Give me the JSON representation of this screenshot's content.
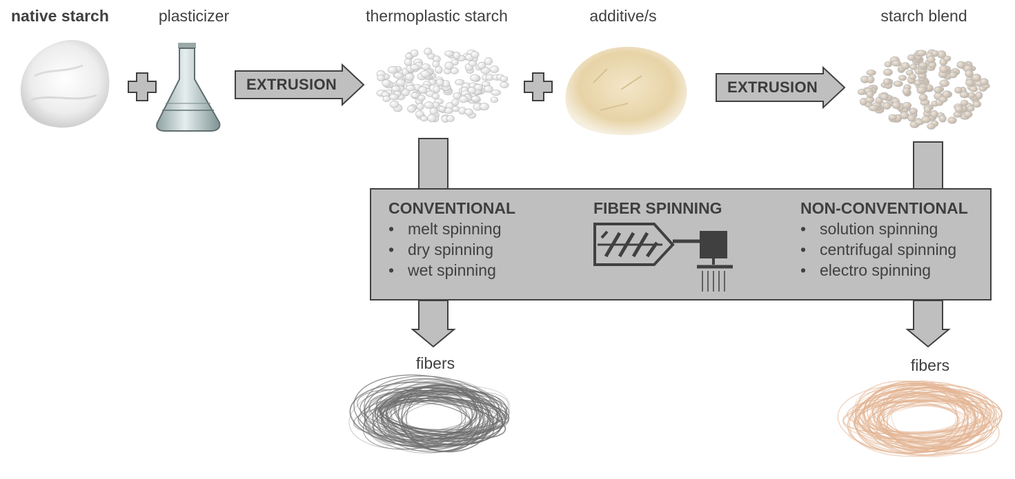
{
  "labels": {
    "native_starch": "native starch",
    "plasticizer": "plasticizer",
    "thermoplastic_starch": "thermoplastic starch",
    "additives": "additive/s",
    "starch_blend": "starch blend",
    "fibers_left": "fibers",
    "fibers_right": "fibers"
  },
  "arrows": {
    "extrusion_1": "EXTRUSION",
    "extrusion_2": "EXTRUSION"
  },
  "box": {
    "conventional": {
      "title": "CONVENTIONAL",
      "items": [
        "melt spinning",
        "dry spinning",
        "wet spinning"
      ]
    },
    "center_title": "FIBER SPINNING",
    "non_conventional": {
      "title": "NON-CONVENTIONAL",
      "items": [
        "solution spinning",
        "centrifugal spinning",
        "electro spinning"
      ]
    }
  },
  "colors": {
    "box_fill": "#bfbfbf",
    "arrow_fill": "#bfbfbf",
    "outline": "#404040",
    "fibers_left": "#6e6e6e",
    "fibers_right": "#e3b594"
  }
}
